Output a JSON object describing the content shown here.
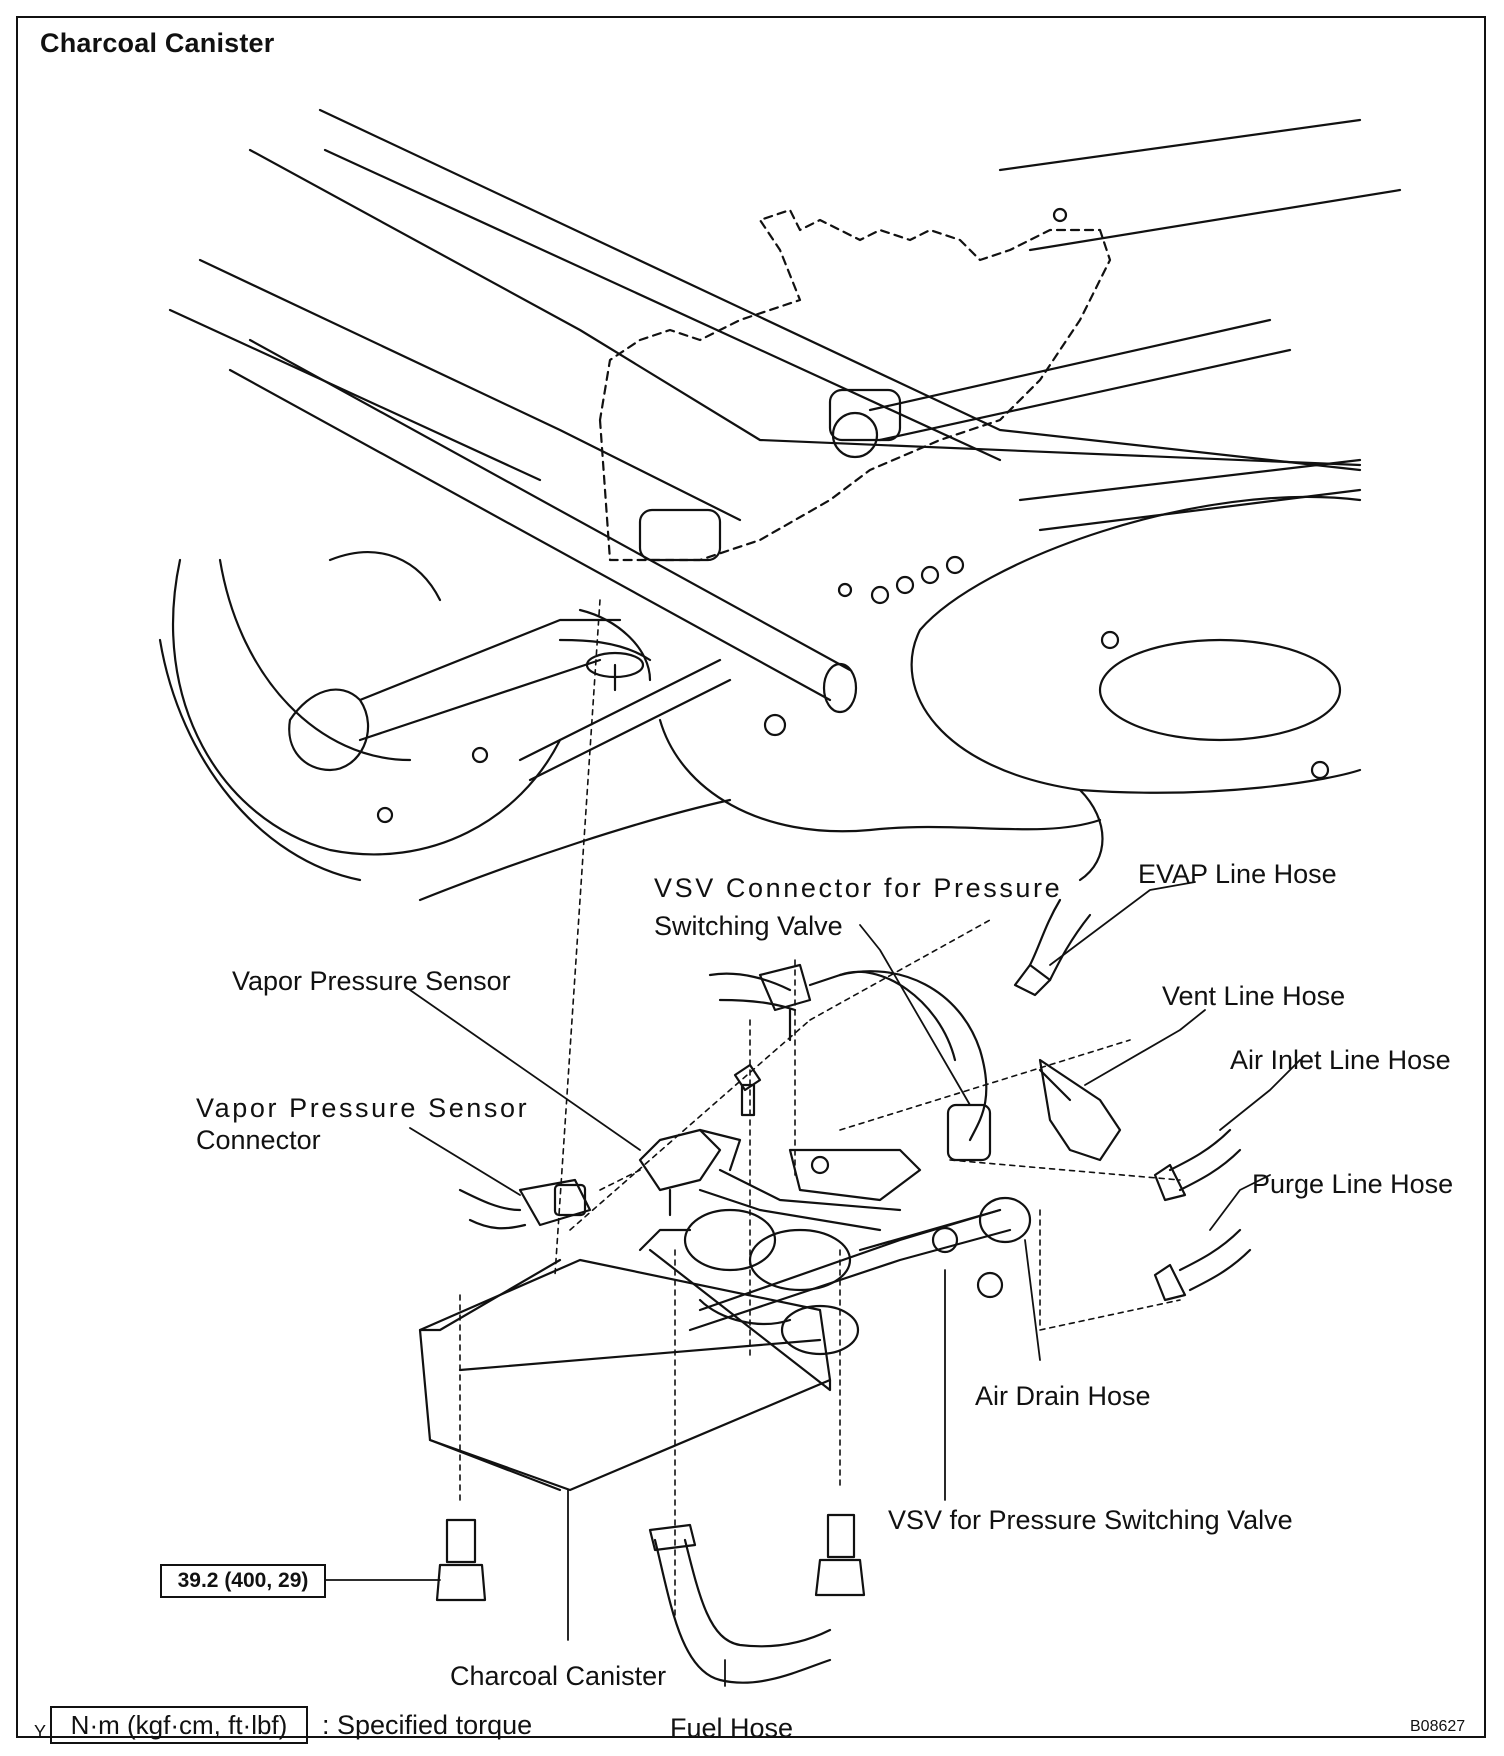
{
  "title": "Charcoal Canister",
  "labels": {
    "evap_line_hose": "EVAP Line Hose",
    "vsv_connector_line1": "VSV Connector for Pressure",
    "vsv_connector_line2": "Switching Valve",
    "vapor_pressure_sensor": "Vapor Pressure Sensor",
    "vent_line_hose": "Vent Line Hose",
    "air_inlet_line_hose": "Air Inlet Line Hose",
    "vapor_sensor_connector_line1": "Vapor Pressure Sensor",
    "vapor_sensor_connector_line2": "Connector",
    "purge_line_hose": "Purge Line Hose",
    "air_drain_hose": "Air Drain Hose",
    "vsv_pressure_switching_valve": "VSV for Pressure Switching Valve",
    "charcoal_canister": "Charcoal Canister",
    "fuel_hose": "Fuel Hose"
  },
  "torque_value": "39.2 (400, 29)",
  "legend": {
    "unit": "N·m (kgf·cm, ft·lbf)",
    "description": ": Specified torque"
  },
  "corner_mark": "Y",
  "figure_code": "B08627"
}
